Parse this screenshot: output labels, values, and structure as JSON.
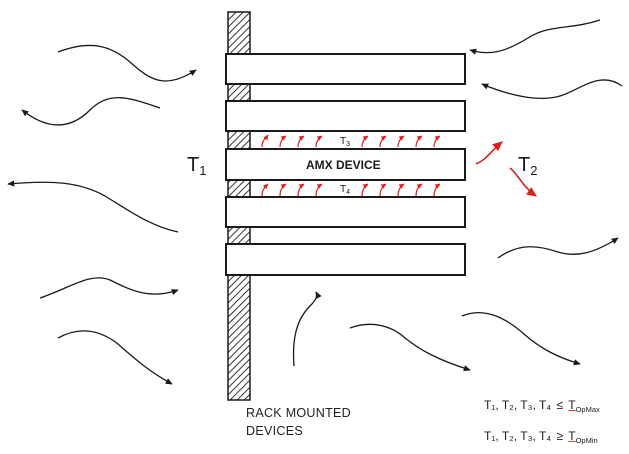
{
  "diagram": {
    "device_label": "AMX DEVICE",
    "t1": {
      "main": "T",
      "sub": "1"
    },
    "t2": {
      "main": "T",
      "sub": "2"
    },
    "t3": {
      "main": "T",
      "sub": "3"
    },
    "t4": {
      "main": "T",
      "sub": "4"
    },
    "rack_label_line1": "RACK MOUNTED",
    "rack_label_line2": "DEVICES",
    "conditions": [
      {
        "vars": "T₁, T₂, T₃, T₄",
        "op": "≤",
        "t": "T",
        "sub": "OpMax"
      },
      {
        "vars": "T₁, T₂, T₃, T₄",
        "op": "≥",
        "t": "T",
        "sub": "OpMin"
      }
    ]
  },
  "colors": {
    "line": "#1a1a1a",
    "heat_arrow": "#d9201e",
    "hatch": "#333333"
  }
}
